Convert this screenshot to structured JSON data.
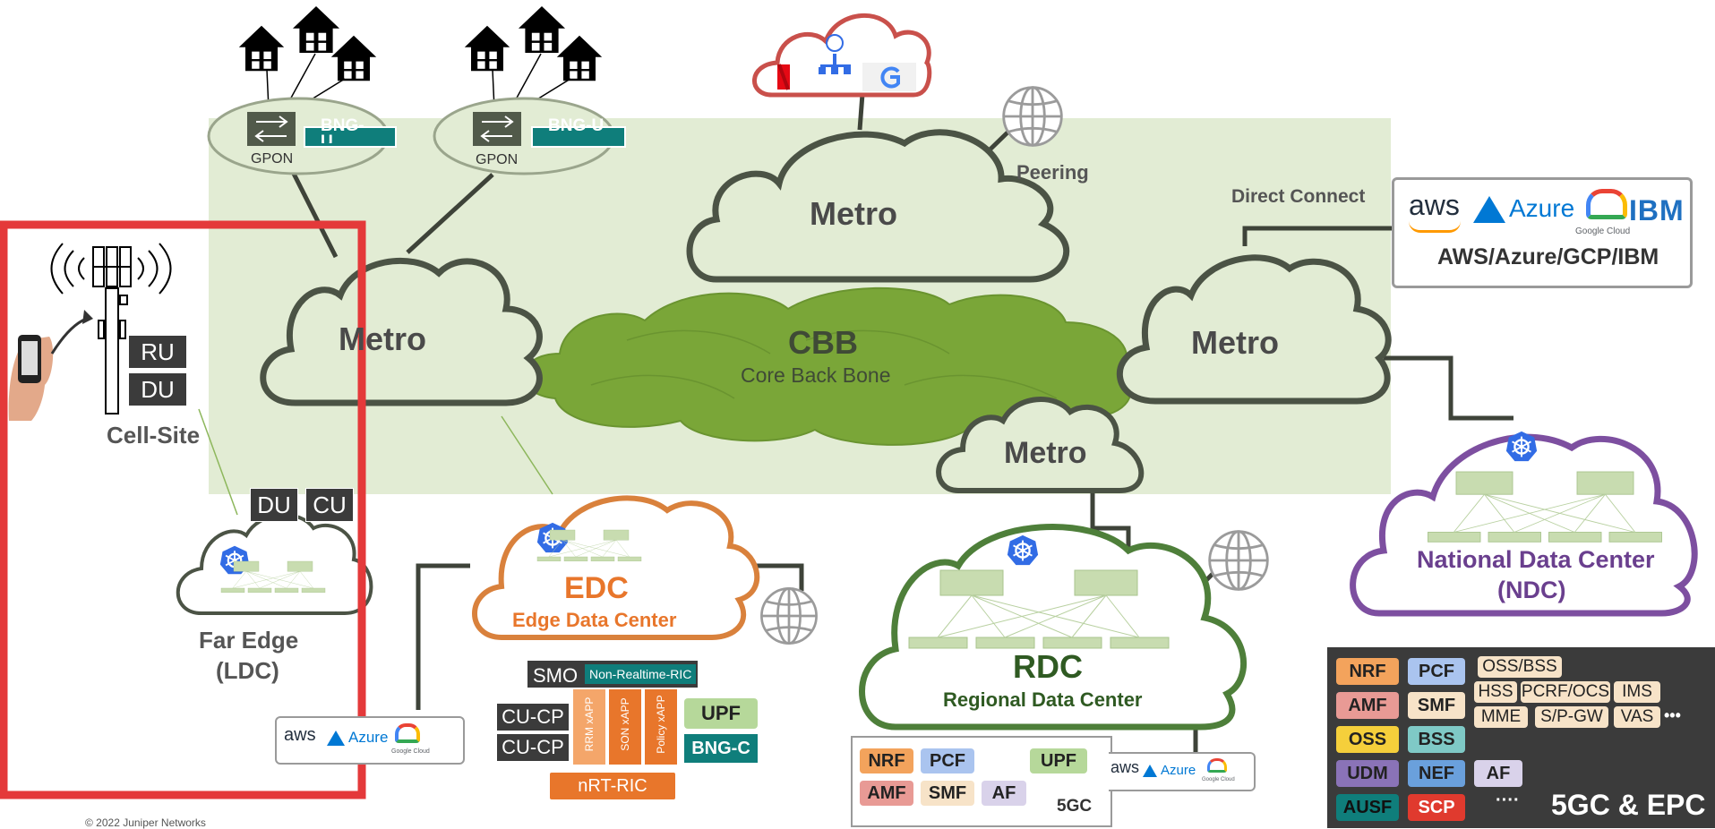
{
  "clouds": {
    "metro_top": "Metro",
    "metro_left": "Metro",
    "metro_right": "Metro",
    "metro_small": "Metro",
    "cbb_title": "CBB",
    "cbb_sub": "Core  Back Bone"
  },
  "gpon": {
    "label1": "GPON",
    "label2": "GPON",
    "bng_left": "BNG-U",
    "bng_right": "BNG-U"
  },
  "labels": {
    "peering": "Peering",
    "direct_connect": "Direct Connect",
    "copyright": "© 2022 Juniper Networks"
  },
  "public_cloud": {
    "aws": "aws",
    "azure": "Azure",
    "gcp": "Google Cloud",
    "ibm": "IBM",
    "caption": "AWS/Azure/GCP/IBM"
  },
  "cell_site": {
    "ru": "RU",
    "du": "DU",
    "caption": "Cell-Site"
  },
  "far_edge": {
    "du": "DU",
    "cu": "CU",
    "line1": "Far Edge",
    "line2": "(LDC)"
  },
  "edc": {
    "title": "EDC",
    "subtitle": "Edge Data Center"
  },
  "ric": {
    "smo": "SMO",
    "non_rt": "Non-Realtime-RIC",
    "cucp1": "CU-CP",
    "cucp2": "CU-CP",
    "xapp1": "RRM xAPP",
    "xapp2": "SON xAPP",
    "xapp3": "Policy xAPP",
    "upf": "UPF",
    "bngc": "BNG-C",
    "nrt": "nRT-RIC"
  },
  "rdc": {
    "title": "RDC",
    "subtitle": "Regional Data Center"
  },
  "rdc_5gc": {
    "nrf": "NRF",
    "pcf": "PCF",
    "upf": "UPF",
    "amf": "AMF",
    "smf": "SMF",
    "af": "AF",
    "caption": "5GC"
  },
  "ndc": {
    "line1": "National Data Center",
    "line2": "(NDC)"
  },
  "core_panel": {
    "nrf": "NRF",
    "pcf": "PCF",
    "oss_bss": "OSS/BSS",
    "amf": "AMF",
    "smf": "SMF",
    "hss": "HSS",
    "pcrf": "PCRF/OCS",
    "ims": "IMS",
    "mme": "MME",
    "spgw": "S/P-GW",
    "vas": "VAS",
    "more": "•••",
    "oss": "OSS",
    "bss": "BSS",
    "udm": "UDM",
    "nef": "NEF",
    "af": "AF",
    "ausf": "AUSF",
    "scp": "SCP",
    "dots": "····",
    "caption": "5GC & EPC"
  },
  "colors": {
    "metro_band": "#e2ecd4",
    "cloud_outline": "#4b5345",
    "cbb": "#7aa638",
    "edc": "#d9813c",
    "rdc": "#4e7f3a",
    "ndc": "#7d4fa0",
    "highlight": "#e4393a",
    "teal": "#0f7e7b",
    "orange": "#e8762b"
  }
}
